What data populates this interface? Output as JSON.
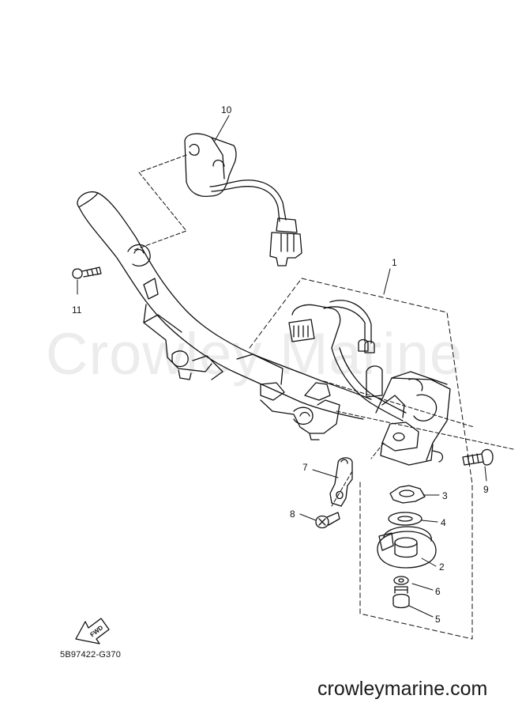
{
  "diagram": {
    "callouts": [
      {
        "id": "1",
        "label": "1"
      },
      {
        "id": "2",
        "label": "2"
      },
      {
        "id": "3",
        "label": "3"
      },
      {
        "id": "4",
        "label": "4"
      },
      {
        "id": "5",
        "label": "5"
      },
      {
        "id": "6",
        "label": "6"
      },
      {
        "id": "7",
        "label": "7"
      },
      {
        "id": "8",
        "label": "8"
      },
      {
        "id": "9",
        "label": "9"
      },
      {
        "id": "10",
        "label": "10"
      },
      {
        "id": "11",
        "label": "11"
      }
    ],
    "fwd_label": "FWD",
    "drawing_code": "5B97422-G370",
    "watermark": "Crowley Marine",
    "footer_url": "crowleymarine.com",
    "line_color": "#111111",
    "watermark_color": "#ececec"
  }
}
